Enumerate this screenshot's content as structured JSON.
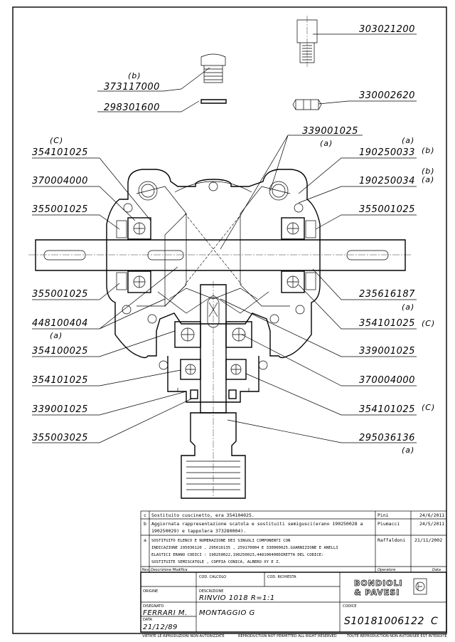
{
  "callouts": {
    "p303021200": "303021200",
    "p373117000": "373117000",
    "p373117000_tag": "(b)",
    "p330002620": "330002620",
    "p298301600": "298301600",
    "p339001025_top": "339001025",
    "p339001025_top_tag": "(a)",
    "p354101025_l1": "354101025",
    "p354101025_l1_tag": "(C)",
    "p190250033": "190250033",
    "p190250033_tag_a": "(a)",
    "p190250033_tag_b": "(b)",
    "p370004000_l": "370004000",
    "p190250034": "190250034",
    "p190250034_tag_b": "(b)",
    "p190250034_tag_a": "(a)",
    "p355001025_l1": "355001025",
    "p355001025_r1": "355001025",
    "p355001025_l2": "355001025",
    "p235616187": "235616187",
    "p235616187_tag": "(a)",
    "p448100404": "448100404",
    "p448100404_tag": "(a)",
    "p354101025_r1": "354101025",
    "p354101025_r1_tag": "(C)",
    "p354100025": "354100025",
    "p339001025_r": "339001025",
    "p354101025_l2": "354101025",
    "p370004000_r": "370004000",
    "p339001025_l": "339001025",
    "p354101025_r2": "354101025",
    "p354101025_r2_tag": "(C)",
    "p355003025": "355003025",
    "p295036136": "295036136",
    "p295036136_tag": "(a)"
  },
  "revisions": [
    {
      "rev": "c",
      "text": [
        "Sostituito cuscinetto, era 354104025."
      ],
      "by": "Pini",
      "date": "24/6/2011"
    },
    {
      "rev": "b",
      "text": [
        "Aggiornata rappresentazione scatola e sostituiti semigusci(erano 190250028 a",
        "190250029) e tappolera 373280004)."
      ],
      "by": "Piumacci",
      "date": "24/5/2011"
    },
    {
      "rev": "a",
      "text": [
        "SOSTITUITO ELENCO E NUMERAZIONE DEI SINGOLI COMPONENTI CON",
        "INDICAZIONE 295036120 , 295616135 , 259170004 E 330000025.GUARNIZIONE E ANELLI",
        "ELASTICI ERANO CODICI : 190250022,190250023,448100400DIRETTA DEL CODICE:",
        "SOSTITUITE SEMISCATOLE , COPPIA CONICA, ALBERO XY E Z."
      ],
      "by": "Raffaldoni",
      "date": "21/11/2002"
    }
  ],
  "rev_header": {
    "rev": "Rev.",
    "desc": "Descrizione Modifica",
    "operator": "Operatore",
    "date": "Data"
  },
  "title_block": {
    "cod_calcolo_label": "COD. CALCOLO",
    "cod_richiesta_label": "COD. RICHIESTA",
    "origine_label": "ORIGINE",
    "descrizione_label": "DESCRIZIONE",
    "description_1": "RINVIO 1018 R=1:1",
    "description_2": "MONTAGGIO G",
    "disegnato_label": "DISEGNATO",
    "drawn_by": "FERRARI M.",
    "data_label": "DATA",
    "date": "21/12/89",
    "codice_label": "CODICE",
    "code": "S10181006122",
    "code_rev": "C",
    "logo_1": "BONDIOLI",
    "logo_2": "& PAVESI"
  },
  "footer": {
    "left": "VIETATE LE RIPRODUZIONI NON AUTORIZZATE",
    "mid": "REPRODUCTION NOT PERMITTED ALL RIGHT RESERVED",
    "right": "TOUTE REPRODUCTION NON AUTORISEE EST INTERDITE"
  }
}
